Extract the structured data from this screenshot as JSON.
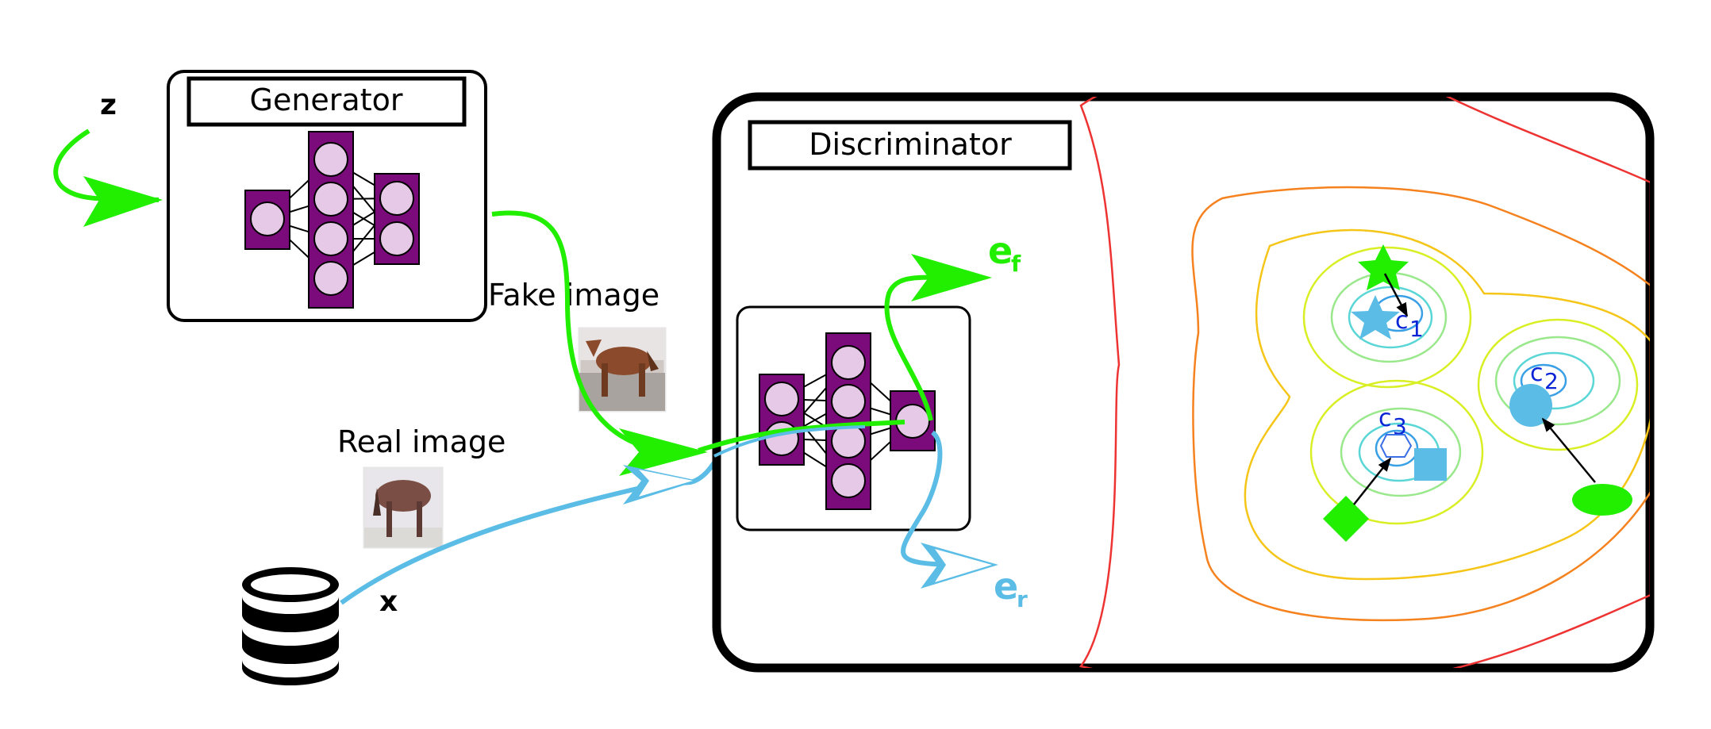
{
  "labels": {
    "z": "z",
    "x": "x",
    "generator": "Generator",
    "discriminator": "Discriminator",
    "fake_image": "Fake image",
    "real_image": "Real image",
    "e_f_main": "e",
    "e_f_sub": "f",
    "e_r_main": "e",
    "e_r_sub": "r",
    "centers": [
      {
        "main": "c",
        "sub": "1"
      },
      {
        "main": "c",
        "sub": "2"
      },
      {
        "main": "c",
        "sub": "3"
      }
    ]
  },
  "colors": {
    "fake_path": "#22ee00",
    "real_path": "#5bbde6",
    "neuron_fill": "#e6c9e6",
    "layer_fill": "#7b0a7b",
    "center_text": "#0b24d6",
    "contours": [
      "#ee3333",
      "#f5821e",
      "#f5c518",
      "#d8ef24",
      "#9ae88c",
      "#5ad6d6",
      "#3aa0e6"
    ]
  },
  "icons": {
    "database": "database-icon",
    "fake_thumbnail": "fake-horse-image-icon",
    "real_thumbnail": "real-horse-image-icon"
  }
}
